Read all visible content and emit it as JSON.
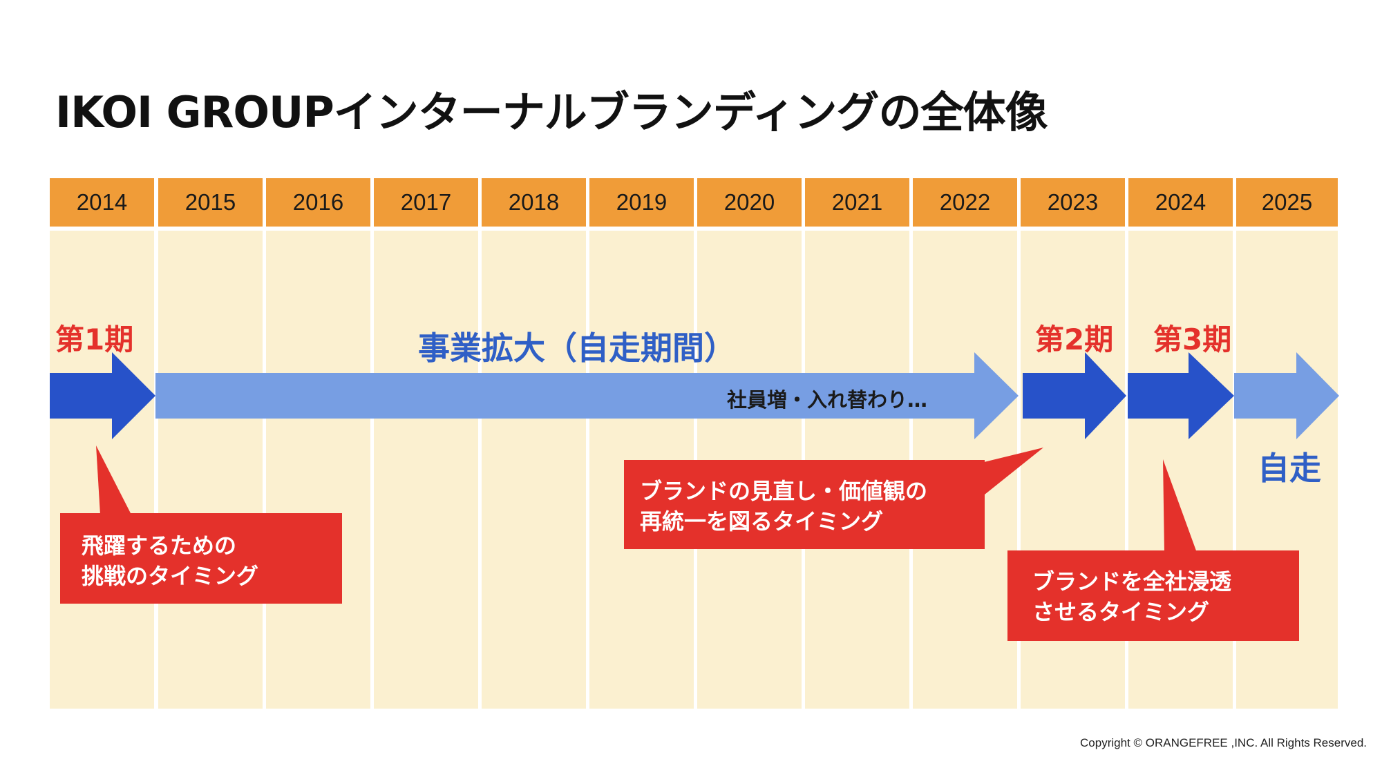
{
  "title": "IKOI GROUPインターナルブランディングの全体像",
  "years": [
    "2014",
    "2015",
    "2016",
    "2017",
    "2018",
    "2019",
    "2020",
    "2021",
    "2022",
    "2023",
    "2024",
    "2025"
  ],
  "phases": {
    "phase1": "第1期",
    "expansion": "事業拡大（自走期間）",
    "phase2": "第2期",
    "phase3": "第3期",
    "self_run": "自走"
  },
  "expansion_note": "社員増・入れ替わり…",
  "callouts": {
    "c1_line1": "飛躍するための",
    "c1_line2": "挑戦のタイミング",
    "c2_line1": "ブランドの見直し・価値観の",
    "c2_line2": "再統一を図るタイミング",
    "c3_line1": "ブランドを全社浸透",
    "c3_line2": "させるタイミング"
  },
  "colors": {
    "header": "#f09c38",
    "column": "#fbf0d0",
    "dark_blue": "#2752c9",
    "light_blue": "#779ee3",
    "callout_red": "#e4312b"
  },
  "copyright": "Copyright © ORANGEFREE ,INC. All Rights Reserved."
}
